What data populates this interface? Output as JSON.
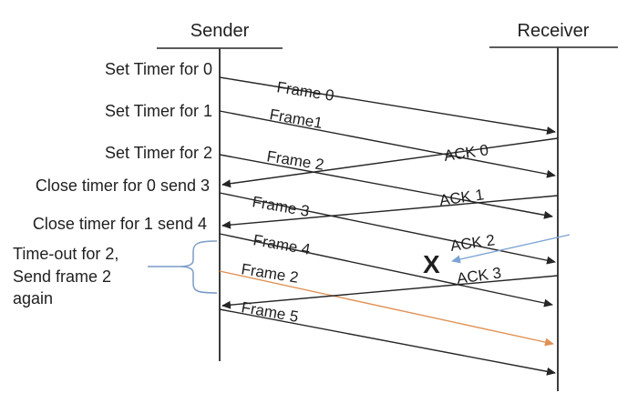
{
  "diagram": {
    "sender_title": "Sender",
    "receiver_title": "Receiver",
    "side_labels": [
      "Set Timer for 0",
      "Set Timer for 1",
      "Set Timer for 2",
      "Close timer for 0 send 3",
      "Close timer for 1 send 4"
    ],
    "timeout_note": {
      "line1": "Time-out for 2,",
      "line2": "Send frame 2",
      "line3": "again"
    },
    "frame_labels": {
      "f0": "Frame 0",
      "f1": "Frame1",
      "f2": "Frame 2",
      "f3": "Frame 3",
      "f4": "Frame 4",
      "f5": "Frame 5",
      "f2_retransmit": "Frame 2"
    },
    "ack_labels": {
      "a0": "ACK 0",
      "a1": "ACK 1",
      "a2": "ACK 2",
      "a3": "ACK 3"
    },
    "lost_mark": "X",
    "colors": {
      "ink": "#262626",
      "lifeline": "#3d3d3d",
      "retransmit_arrow": "#e09154",
      "retransmit_text": "#1f4e79",
      "annotation_arrow": "#7ba3d4",
      "brace": "#7a9cc6",
      "lost_mark_red": "#e8202e"
    }
  }
}
